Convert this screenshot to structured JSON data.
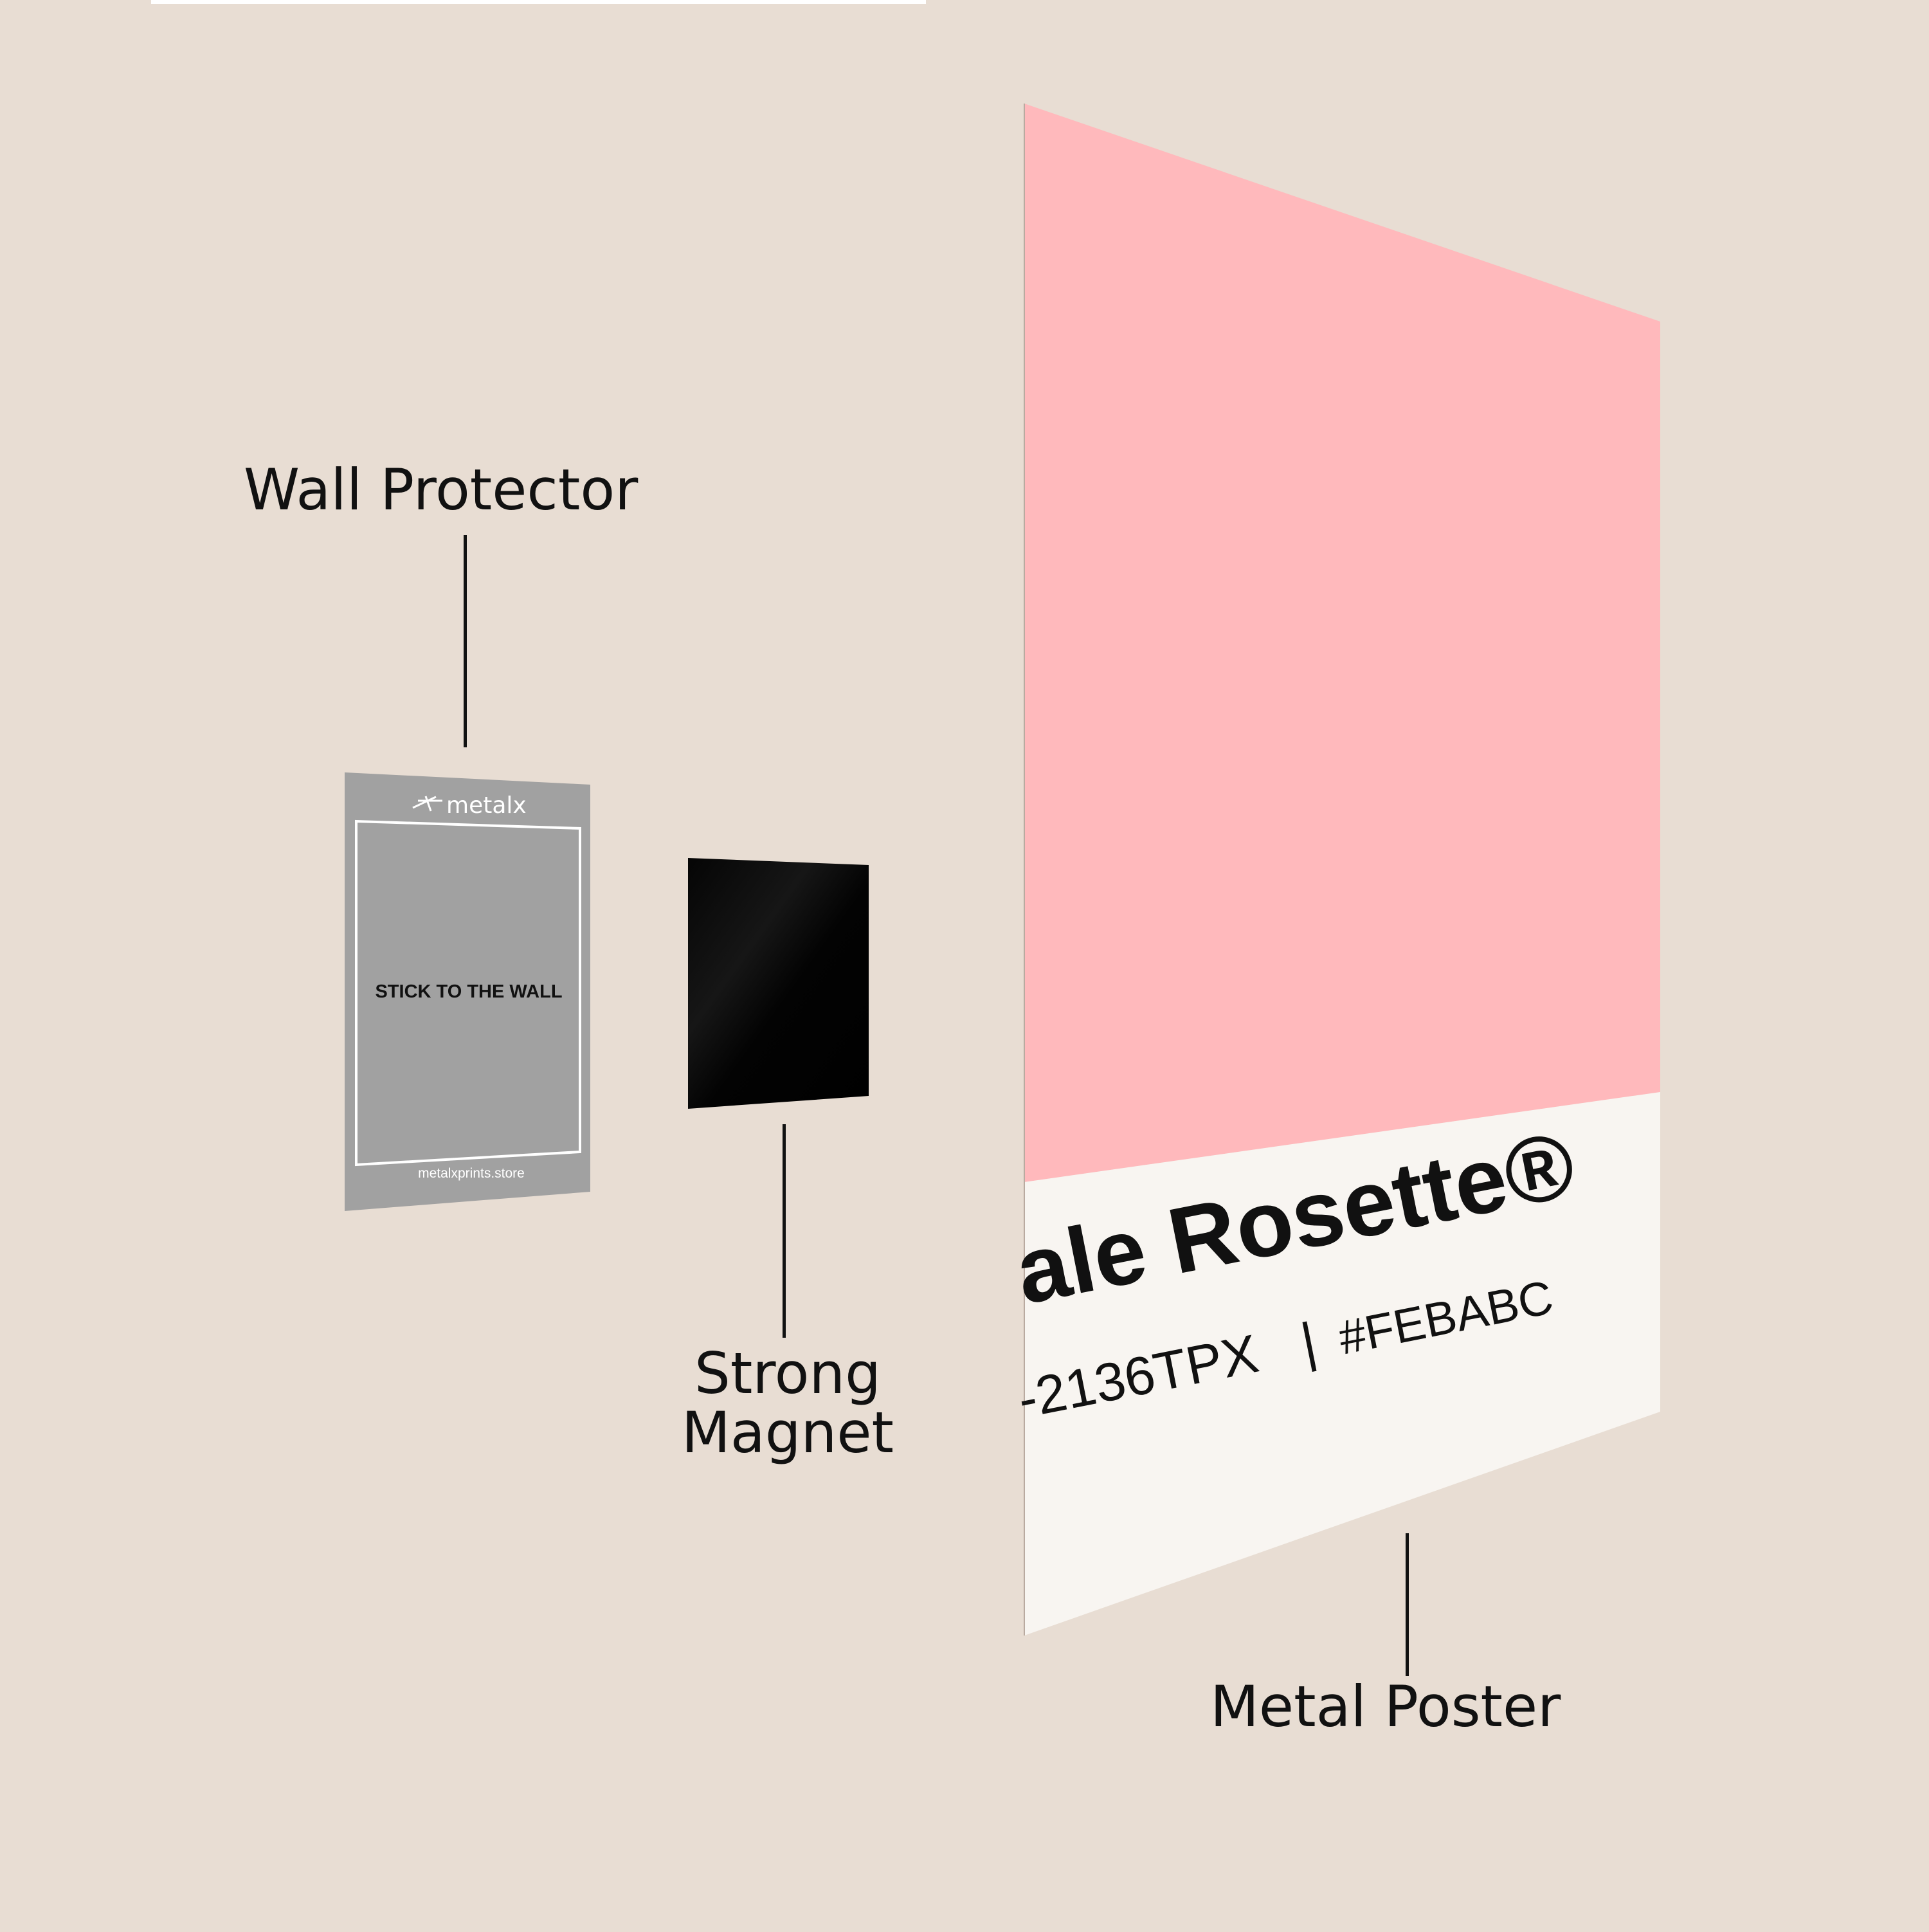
{
  "labels": {
    "wall_protector": "Wall Protector",
    "strong_magnet_line1": "Strong",
    "strong_magnet_line2": "Magnet",
    "metal_poster": "Metal Poster"
  },
  "wall_protector_card": {
    "brand": "metalx",
    "instruction": "STICK TO THE WALL",
    "website": "metalxprints.store"
  },
  "poster": {
    "title": "ale Rosette®",
    "code_text": "-2136TPX",
    "separator": "|",
    "hex_code": "#FEBABC"
  },
  "colors": {
    "background": "#e8ddd3",
    "poster_swatch": "#ffb9bc",
    "poster_label_area": "#f8f5f1",
    "protector_card": "#a1a1a1",
    "magnet": "#050505"
  }
}
